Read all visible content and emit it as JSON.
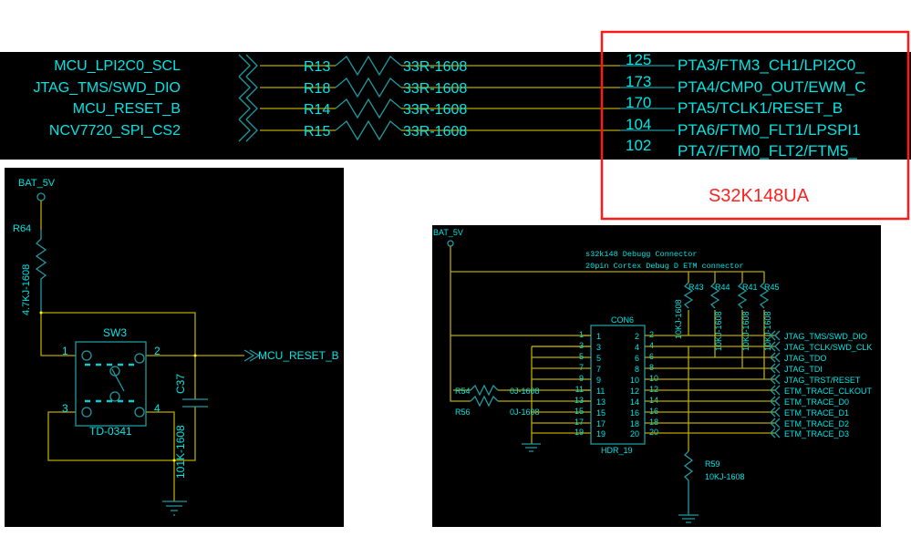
{
  "top_panel": {
    "rows": [
      {
        "net": "MCU_LPI2C0_SCL",
        "ref": "R13",
        "value": "33R-1608",
        "pin": "125",
        "pin_name": "PTA3/FTM3_CH1/LPI2C0_"
      },
      {
        "net": "JTAG_TMS/SWD_DIO",
        "ref": "R18",
        "value": "33R-1608",
        "pin": "173",
        "pin_name": "PTA4/CMP0_OUT/EWM_C"
      },
      {
        "net": "MCU_RESET_B",
        "ref": "R14",
        "value": "33R-1608",
        "pin": "170",
        "pin_name": "PTA5/TCLK1/RESET_B"
      },
      {
        "net": "NCV7720_SPI_CS2",
        "ref": "R15",
        "value": "33R-1608",
        "pin": "104",
        "pin_name": "PTA6/FTM0_FLT1/LPSPI1"
      },
      {
        "net": "",
        "ref": "",
        "value": "",
        "pin": "102",
        "pin_name": "PTA7/FTM0_FLT2/FTM5_"
      }
    ],
    "highlight_label": "S32K148UA",
    "highlight_color": "#ff0000"
  },
  "reset_circuit": {
    "power": "BAT_5V",
    "r_ref": "R64",
    "r_value": "4.7KJ-1608",
    "switch_ref": "SW3",
    "switch_part": "TD-0341",
    "pins": [
      "1",
      "2",
      "3",
      "4"
    ],
    "cap_ref": "C37",
    "cap_value": "101K-1608",
    "net_out": "MCU_RESET_B"
  },
  "debug_connector": {
    "power": "BAT_5V",
    "title1": "s32k148 Debugg Connector",
    "title2": "20pin Cortex Debug D ETM connector",
    "con_ref": "CON6",
    "con_part": "HDR_19",
    "left_pins": [
      "1",
      "3",
      "5",
      "7",
      "9",
      "11",
      "13",
      "15",
      "17",
      "19"
    ],
    "right_pins": [
      "2",
      "4",
      "6",
      "8",
      "10",
      "12",
      "14",
      "16",
      "18",
      "20"
    ],
    "right_nets": [
      "JTAG_TMS/SWD_DIO",
      "JTAG_TCLK/SWD_CLK",
      "JTAG_TDO",
      "JTAG_TDI",
      "JTAG_TRST/RESET",
      "ETM_TRACE_CLKOUT",
      "ETM_TRACE_D0",
      "ETM_TRACE_D1",
      "ETM_TRACE_D2",
      "ETM_TRACE_D3"
    ],
    "pullups": [
      {
        "ref": "R43",
        "value": "10KJ-1608"
      },
      {
        "ref": "R44",
        "value": "10KJ-1608"
      },
      {
        "ref": "R41",
        "value": "10KJ-1608"
      },
      {
        "ref": "R45",
        "value": "10KJ-1608"
      }
    ],
    "r54": {
      "ref": "R54",
      "value": "0J-1608"
    },
    "r56": {
      "ref": "R56",
      "value": "0J-1608"
    },
    "r59": {
      "ref": "R59",
      "value": "10KJ-1608"
    }
  }
}
